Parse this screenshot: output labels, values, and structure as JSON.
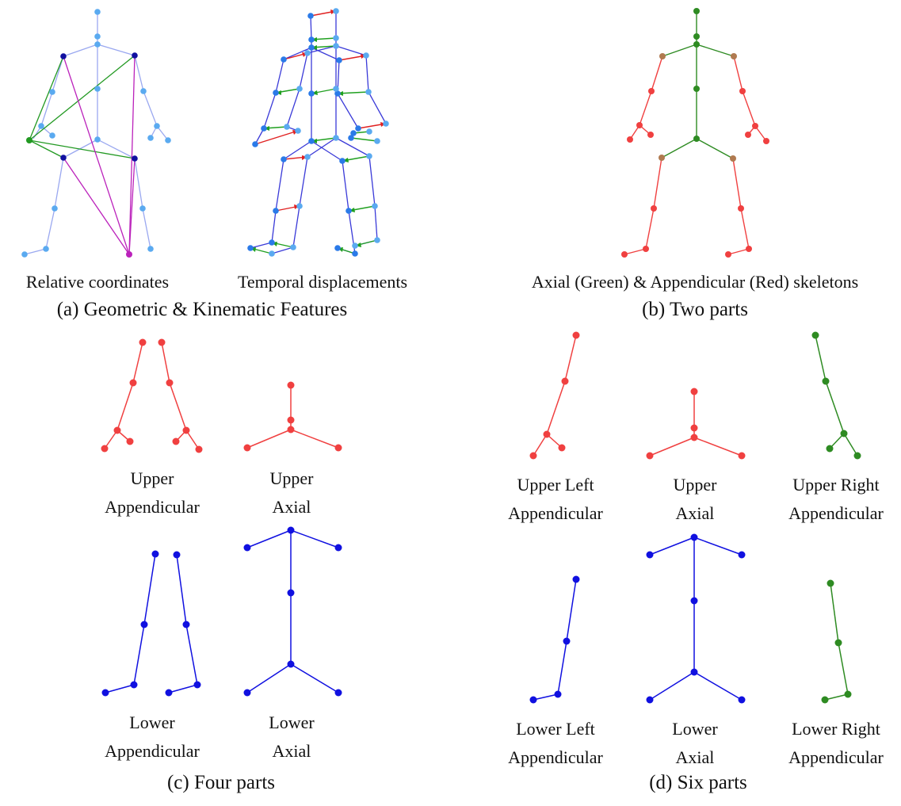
{
  "panels": {
    "a": {
      "caption": "(a) Geometric & Kinematic Features",
      "sub_left": "Relative coordinates",
      "sub_right": "Temporal displacements"
    },
    "b": {
      "caption": "(b) Two parts",
      "sub": "Axial (Green) & Appendicular (Red) skeletons"
    },
    "c": {
      "caption": "(c) Four parts",
      "upper_appendicular": [
        "Upper",
        "Appendicular"
      ],
      "upper_axial": [
        "Upper",
        "Axial"
      ],
      "lower_appendicular": [
        "Lower",
        "Appendicular"
      ],
      "lower_axial": [
        "Lower",
        "Axial"
      ]
    },
    "d": {
      "caption": "(d) Six parts",
      "upper_left_appendicular": [
        "Upper Left",
        "Appendicular"
      ],
      "upper_axial": [
        "Upper",
        "Axial"
      ],
      "upper_right_appendicular": [
        "Upper Right",
        "Appendicular"
      ],
      "lower_left_appendicular": [
        "Lower Left",
        "Appendicular"
      ],
      "lower_axial": [
        "Lower",
        "Axial"
      ],
      "lower_right_appendicular": [
        "Lower Right",
        "Appendicular"
      ]
    }
  },
  "colors": {
    "axial": "#2e8b22",
    "appendicular": "#f04040",
    "lower": "#1010e0",
    "joint_light": "#5aaaf0",
    "joint_dark": "#1010a0",
    "bone_light": "#9aa8f0",
    "relative_line_green": "#229922",
    "relative_line_magenta": "#bb22bb",
    "displacement_red": "#e02020",
    "displacement_green": "#20a020",
    "shoulder_hip_brown": "#b07a50"
  }
}
